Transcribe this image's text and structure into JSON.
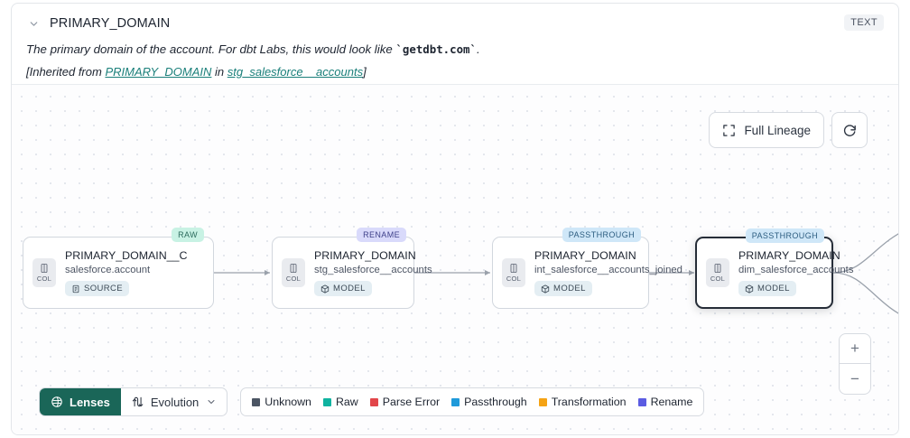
{
  "header": {
    "collapse_icon": "chevron-down-icon",
    "title": "PRIMARY_DOMAIN",
    "type_badge": "TEXT",
    "description_prefix": "The primary domain of the account. For dbt Labs, this would look like ",
    "description_code": "`getdbt.com`",
    "description_suffix": ".",
    "inherited_prefix": "[Inherited from ",
    "inherited_link_column": "PRIMARY_DOMAIN",
    "inherited_mid": " in ",
    "inherited_link_model": "stg_salesforce__accounts",
    "inherited_suffix": "]"
  },
  "canvas": {
    "full_lineage_label": "Full Lineage",
    "full_lineage_icon": "expand-corners-icon",
    "refresh_icon": "refresh-icon",
    "zoom_in_label": "+",
    "zoom_out_label": "−"
  },
  "nodes": [
    {
      "tag": "RAW",
      "tag_kind": "raw",
      "chip_label": "COL",
      "chip_icon": "column-icon",
      "title": "PRIMARY_DOMAIN__C",
      "subtitle": "salesforce.account",
      "badge": "SOURCE",
      "badge_icon": "source-document-icon",
      "selected": false
    },
    {
      "tag": "RENAME",
      "tag_kind": "rename",
      "chip_label": "COL",
      "chip_icon": "column-icon",
      "title": "PRIMARY_DOMAIN",
      "subtitle": "stg_salesforce__accounts",
      "badge": "MODEL",
      "badge_icon": "cube-icon",
      "selected": false
    },
    {
      "tag": "PASSTHROUGH",
      "tag_kind": "pass",
      "chip_label": "COL",
      "chip_icon": "column-icon",
      "title": "PRIMARY_DOMAIN",
      "subtitle": "int_salesforce__accounts_joined",
      "badge": "MODEL",
      "badge_icon": "cube-icon",
      "selected": false
    },
    {
      "tag": "PASSTHROUGH",
      "tag_kind": "pass",
      "chip_label": "COL",
      "chip_icon": "column-icon",
      "title": "PRIMARY_DOMAIN",
      "subtitle": "dim_salesforce_accounts",
      "badge": "MODEL",
      "badge_icon": "cube-icon",
      "selected": true
    }
  ],
  "toolbar": {
    "lenses_label": "Lenses",
    "lenses_icon": "lens-aperture-icon",
    "evolution_label": "Evolution",
    "evolution_icon": "evolution-arrows-icon",
    "evolution_chevron": "chevron-down-icon"
  },
  "legend": [
    {
      "label": "Unknown",
      "color": "#4b5563"
    },
    {
      "label": "Raw",
      "color": "#10b3a0"
    },
    {
      "label": "Parse Error",
      "color": "#e2464a"
    },
    {
      "label": "Passthrough",
      "color": "#1f9ada"
    },
    {
      "label": "Transformation",
      "color": "#f5a314"
    },
    {
      "label": "Rename",
      "color": "#5b5ce2"
    }
  ]
}
